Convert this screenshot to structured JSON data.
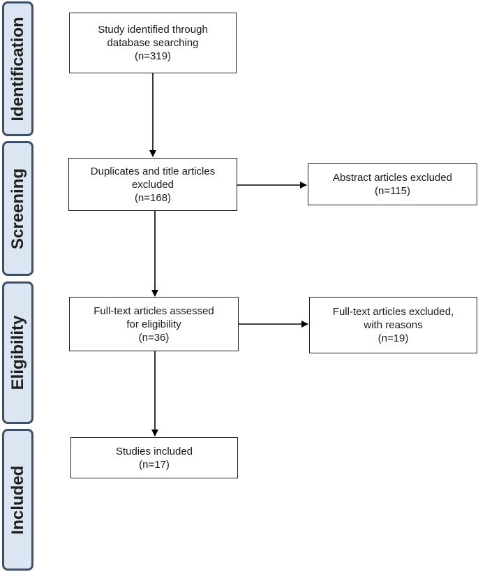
{
  "stages": [
    {
      "id": "identification",
      "label": "Identification"
    },
    {
      "id": "screening",
      "label": "Screening"
    },
    {
      "id": "eligibility",
      "label": "Eligibility"
    },
    {
      "id": "included",
      "label": "Included"
    }
  ],
  "boxes": {
    "identified": {
      "line1": "Study identified through",
      "line2": "database searching",
      "count": "(n=319)"
    },
    "duplicates": {
      "line1": "Duplicates and title articles",
      "line2": "excluded",
      "count": "(n=168)"
    },
    "abstract_excluded": {
      "line1": "Abstract articles excluded",
      "count": "(n=115)"
    },
    "fulltext_assessed": {
      "line1": "Full-text articles assessed",
      "line2": "for eligibility",
      "count": "(n=36)"
    },
    "fulltext_excluded": {
      "line1": "Full-text articles excluded,",
      "line2": "with reasons",
      "count": "(n=19)"
    },
    "included": {
      "line1": "Studies included",
      "count": "(n=17)"
    }
  },
  "colors": {
    "stage_fill": "#dce6f2",
    "stage_border": "#3d5067",
    "box_border": "#222222",
    "arrow": "#000000"
  }
}
